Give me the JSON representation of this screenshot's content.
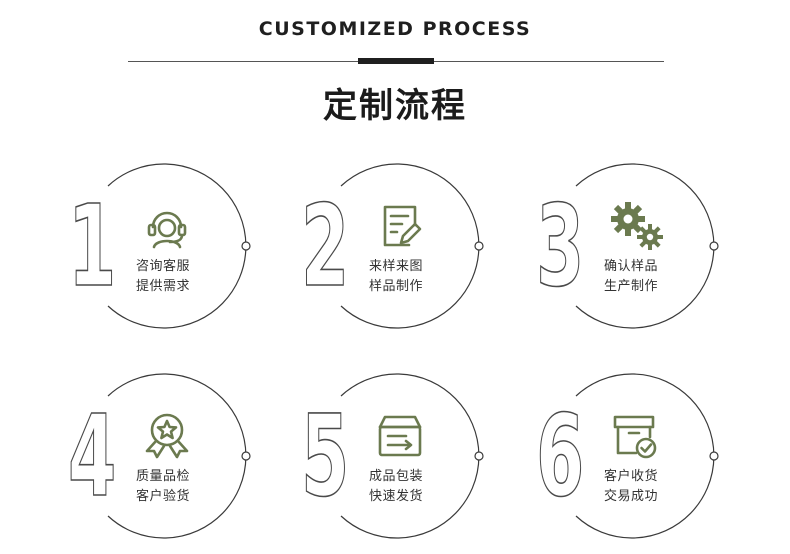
{
  "header": {
    "eyebrow": "CUSTOMIZED PROCESS",
    "title": "定制流程"
  },
  "colors": {
    "accent": "#6b7a4f",
    "ink": "#1f1f1f",
    "outline": "#4a4a4a"
  },
  "steps": [
    {
      "number": "1",
      "icon": "customer-service-headset-icon",
      "line1": "咨询客服",
      "line2": "提供需求"
    },
    {
      "number": "2",
      "icon": "design-document-edit-icon",
      "line1": "来样来图",
      "line2": "样品制作"
    },
    {
      "number": "3",
      "icon": "gears-icon",
      "line1": "确认样品",
      "line2": "生产制作"
    },
    {
      "number": "4",
      "icon": "quality-award-badge-icon",
      "line1": "质量品检",
      "line2": "客户验货"
    },
    {
      "number": "5",
      "icon": "package-box-icon",
      "line1": "成品包装",
      "line2": "快速发货"
    },
    {
      "number": "6",
      "icon": "delivered-box-check-icon",
      "line1": "客户收货",
      "line2": "交易成功"
    }
  ]
}
